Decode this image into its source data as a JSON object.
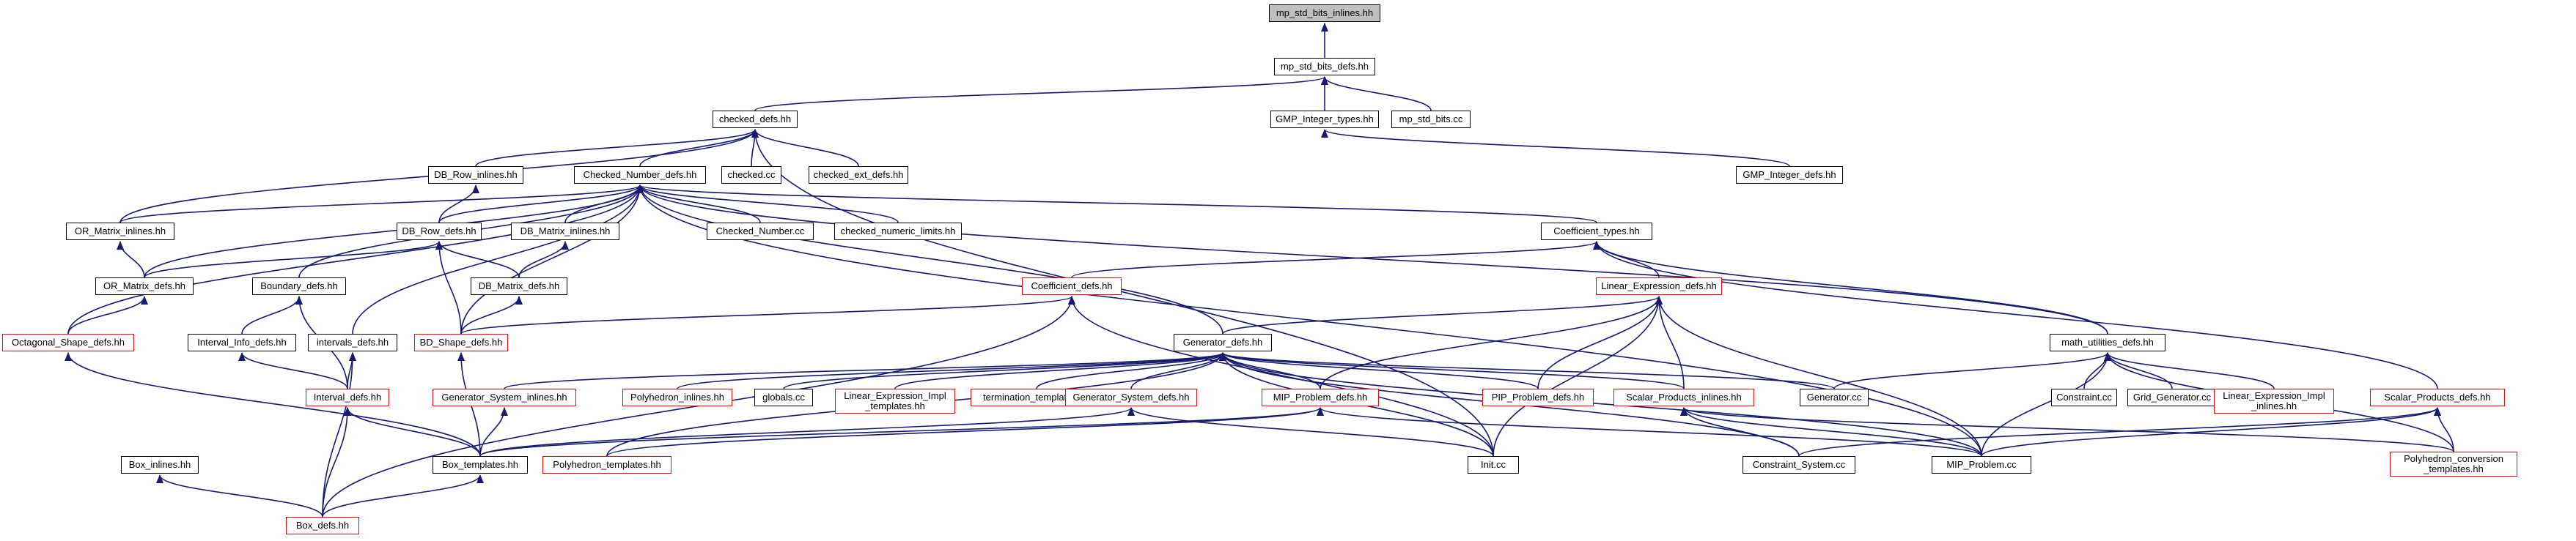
{
  "graph": {
    "colors": {
      "edge": "#191970",
      "box_border": "#000000",
      "incomplete_border": "#ff0000",
      "root_fill": "#bfbfbf"
    },
    "nodes": [
      {
        "id": "root",
        "label": "mp_std_bits_inlines.hh",
        "root": true
      },
      {
        "id": "mp_std_bits_defs",
        "label": "mp_std_bits_defs.hh"
      },
      {
        "id": "checked_defs",
        "label": "checked_defs.hh"
      },
      {
        "id": "gmp_integer_types",
        "label": "GMP_Integer_types.hh"
      },
      {
        "id": "mp_std_bits_cc",
        "label": "mp_std_bits.cc"
      },
      {
        "id": "db_row_inlines",
        "label": "DB_Row_inlines.hh"
      },
      {
        "id": "checked_number_defs",
        "label": "Checked_Number_defs.hh"
      },
      {
        "id": "checked_cc",
        "label": "checked.cc"
      },
      {
        "id": "checked_ext_defs",
        "label": "checked_ext_defs.hh"
      },
      {
        "id": "gmp_integer_defs",
        "label": "GMP_Integer_defs.hh"
      },
      {
        "id": "or_matrix_inlines",
        "label": "OR_Matrix_inlines.hh"
      },
      {
        "id": "db_row_defs",
        "label": "DB_Row_defs.hh"
      },
      {
        "id": "db_matrix_inlines",
        "label": "DB_Matrix_inlines.hh"
      },
      {
        "id": "checked_number_cc",
        "label": "Checked_Number.cc"
      },
      {
        "id": "checked_numeric_limits",
        "label": "checked_numeric_limits.hh"
      },
      {
        "id": "coefficient_types",
        "label": "Coefficient_types.hh"
      },
      {
        "id": "or_matrix_defs",
        "label": "OR_Matrix_defs.hh"
      },
      {
        "id": "boundary_defs",
        "label": "Boundary_defs.hh"
      },
      {
        "id": "db_matrix_defs",
        "label": "DB_Matrix_defs.hh"
      },
      {
        "id": "coefficient_defs",
        "label": "Coefficient_defs.hh",
        "red": true
      },
      {
        "id": "linear_expression_defs",
        "label": "Linear_Expression_defs.hh",
        "red": true
      },
      {
        "id": "octagonal_shape_defs",
        "label": "Octagonal_Shape_defs.hh",
        "red": true
      },
      {
        "id": "interval_info_defs",
        "label": "Interval_Info_defs.hh"
      },
      {
        "id": "intervals_defs",
        "label": "intervals_defs.hh"
      },
      {
        "id": "bd_shape_defs",
        "label": "BD_Shape_defs.hh",
        "red": true
      },
      {
        "id": "generator_defs",
        "label": "Generator_defs.hh"
      },
      {
        "id": "math_utilities_defs",
        "label": "math_utilities_defs.hh"
      },
      {
        "id": "interval_defs",
        "label": "Interval_defs.hh",
        "red": true
      },
      {
        "id": "generator_system_inlines",
        "label": "Generator_System_inlines.hh",
        "red": true
      },
      {
        "id": "polyhedron_inlines",
        "label": "Polyhedron_inlines.hh",
        "red": true
      },
      {
        "id": "globals_cc",
        "label": "globals.cc"
      },
      {
        "id": "linear_expression_impl_templates",
        "label": "Linear_Expression_Impl\n_templates.hh",
        "red": true
      },
      {
        "id": "termination_templates",
        "label": "termination_templates.hh",
        "red": true
      },
      {
        "id": "generator_system_defs",
        "label": "Generator_System_defs.hh",
        "red": true
      },
      {
        "id": "mip_problem_defs",
        "label": "MIP_Problem_defs.hh",
        "red": true
      },
      {
        "id": "pip_problem_defs",
        "label": "PIP_Problem_defs.hh",
        "red": true
      },
      {
        "id": "scalar_products_inlines",
        "label": "Scalar_Products_inlines.hh",
        "red": true
      },
      {
        "id": "generator_cc",
        "label": "Generator.cc"
      },
      {
        "id": "constraint_cc",
        "label": "Constraint.cc"
      },
      {
        "id": "grid_generator_cc",
        "label": "Grid_Generator.cc"
      },
      {
        "id": "linear_expression_impl_inlines",
        "label": "Linear_Expression_Impl\n_inlines.hh",
        "red": true
      },
      {
        "id": "scalar_products_defs",
        "label": "Scalar_Products_defs.hh",
        "red": true
      },
      {
        "id": "box_inlines",
        "label": "Box_inlines.hh"
      },
      {
        "id": "box_templates",
        "label": "Box_templates.hh"
      },
      {
        "id": "polyhedron_templates",
        "label": "Polyhedron_templates.hh",
        "red": true
      },
      {
        "id": "init_cc",
        "label": "Init.cc"
      },
      {
        "id": "constraint_system_cc",
        "label": "Constraint_System.cc"
      },
      {
        "id": "mip_problem_cc",
        "label": "MIP_Problem.cc"
      },
      {
        "id": "polyhedron_conversion_templates",
        "label": "Polyhedron_conversion\n_templates.hh",
        "red": true
      },
      {
        "id": "box_defs",
        "label": "Box_defs.hh",
        "red": true
      }
    ],
    "edges": [
      [
        "mp_std_bits_defs",
        "root"
      ],
      [
        "gmp_integer_types",
        "mp_std_bits_defs"
      ],
      [
        "mp_std_bits_cc",
        "mp_std_bits_defs"
      ],
      [
        "checked_defs",
        "mp_std_bits_defs"
      ],
      [
        "gmp_integer_defs",
        "gmp_integer_types"
      ],
      [
        "db_row_inlines",
        "checked_defs"
      ],
      [
        "checked_number_defs",
        "checked_defs"
      ],
      [
        "checked_cc",
        "checked_defs"
      ],
      [
        "checked_ext_defs",
        "checked_defs"
      ],
      [
        "or_matrix_inlines",
        "checked_defs"
      ],
      [
        "init_cc",
        "checked_defs"
      ],
      [
        "db_row_defs",
        "db_row_inlines"
      ],
      [
        "or_matrix_inlines",
        "checked_number_defs"
      ],
      [
        "or_matrix_defs",
        "checked_number_defs"
      ],
      [
        "octagonal_shape_defs",
        "checked_number_defs"
      ],
      [
        "boundary_defs",
        "checked_number_defs"
      ],
      [
        "intervals_defs",
        "checked_number_defs"
      ],
      [
        "db_row_defs",
        "checked_number_defs"
      ],
      [
        "bd_shape_defs",
        "checked_number_defs"
      ],
      [
        "db_matrix_inlines",
        "checked_number_defs"
      ],
      [
        "checked_number_cc",
        "checked_number_defs"
      ],
      [
        "checked_numeric_limits",
        "checked_number_defs"
      ],
      [
        "generator_defs",
        "checked_number_defs"
      ],
      [
        "coefficient_types",
        "checked_number_defs"
      ],
      [
        "math_utilities_defs",
        "checked_number_defs"
      ],
      [
        "mip_problem_cc",
        "checked_number_defs"
      ],
      [
        "or_matrix_defs",
        "or_matrix_inlines"
      ],
      [
        "or_matrix_defs",
        "db_row_defs"
      ],
      [
        "db_matrix_defs",
        "db_row_defs"
      ],
      [
        "bd_shape_defs",
        "db_row_defs"
      ],
      [
        "db_matrix_defs",
        "db_matrix_inlines"
      ],
      [
        "bd_shape_defs",
        "db_matrix_defs"
      ],
      [
        "octagonal_shape_defs",
        "or_matrix_defs"
      ],
      [
        "interval_info_defs",
        "boundary_defs"
      ],
      [
        "interval_defs",
        "boundary_defs"
      ],
      [
        "interval_defs",
        "interval_info_defs"
      ],
      [
        "interval_defs",
        "intervals_defs"
      ],
      [
        "box_defs",
        "intervals_defs"
      ],
      [
        "coefficient_defs",
        "coefficient_types"
      ],
      [
        "linear_expression_defs",
        "coefficient_types"
      ],
      [
        "math_utilities_defs",
        "coefficient_types"
      ],
      [
        "scalar_products_defs",
        "coefficient_types"
      ],
      [
        "bd_shape_defs",
        "coefficient_defs"
      ],
      [
        "box_defs",
        "coefficient_defs"
      ],
      [
        "init_cc",
        "coefficient_defs"
      ],
      [
        "generator_defs",
        "linear_expression_defs"
      ],
      [
        "mip_problem_defs",
        "linear_expression_defs"
      ],
      [
        "pip_problem_defs",
        "linear_expression_defs"
      ],
      [
        "scalar_products_inlines",
        "linear_expression_defs"
      ],
      [
        "init_cc",
        "linear_expression_defs"
      ],
      [
        "mip_problem_cc",
        "linear_expression_defs"
      ],
      [
        "box_templates",
        "octagonal_shape_defs"
      ],
      [
        "box_templates",
        "bd_shape_defs"
      ],
      [
        "generator_system_inlines",
        "generator_defs"
      ],
      [
        "polyhedron_inlines",
        "generator_defs"
      ],
      [
        "globals_cc",
        "generator_defs"
      ],
      [
        "linear_expression_impl_templates",
        "generator_defs"
      ],
      [
        "termination_templates",
        "generator_defs"
      ],
      [
        "generator_system_defs",
        "generator_defs"
      ],
      [
        "mip_problem_defs",
        "generator_defs"
      ],
      [
        "pip_problem_defs",
        "generator_defs"
      ],
      [
        "scalar_products_inlines",
        "generator_defs"
      ],
      [
        "generator_cc",
        "generator_defs"
      ],
      [
        "polyhedron_templates",
        "generator_defs"
      ],
      [
        "init_cc",
        "generator_defs"
      ],
      [
        "constraint_system_cc",
        "generator_defs"
      ],
      [
        "mip_problem_cc",
        "generator_defs"
      ],
      [
        "generator_cc",
        "math_utilities_defs"
      ],
      [
        "constraint_cc",
        "math_utilities_defs"
      ],
      [
        "grid_generator_cc",
        "math_utilities_defs"
      ],
      [
        "linear_expression_impl_inlines",
        "math_utilities_defs"
      ],
      [
        "mip_problem_cc",
        "math_utilities_defs"
      ],
      [
        "polyhedron_conversion_templates",
        "math_utilities_defs"
      ],
      [
        "box_templates",
        "interval_defs"
      ],
      [
        "box_defs",
        "interval_defs"
      ],
      [
        "box_templates",
        "generator_system_inlines"
      ],
      [
        "box_templates",
        "generator_system_defs"
      ],
      [
        "init_cc",
        "generator_system_defs"
      ],
      [
        "box_templates",
        "mip_problem_defs"
      ],
      [
        "polyhedron_templates",
        "mip_problem_defs"
      ],
      [
        "mip_problem_cc",
        "mip_problem_defs"
      ],
      [
        "constraint_system_cc",
        "scalar_products_inlines"
      ],
      [
        "mip_problem_cc",
        "scalar_products_inlines"
      ],
      [
        "polyhedron_conversion_templates",
        "scalar_products_inlines"
      ],
      [
        "polyhedron_conversion_templates",
        "scalar_products_defs"
      ],
      [
        "constraint_system_cc",
        "scalar_products_defs"
      ],
      [
        "mip_problem_cc",
        "scalar_products_defs"
      ],
      [
        "box_defs",
        "box_inlines"
      ],
      [
        "box_defs",
        "box_templates"
      ]
    ]
  }
}
